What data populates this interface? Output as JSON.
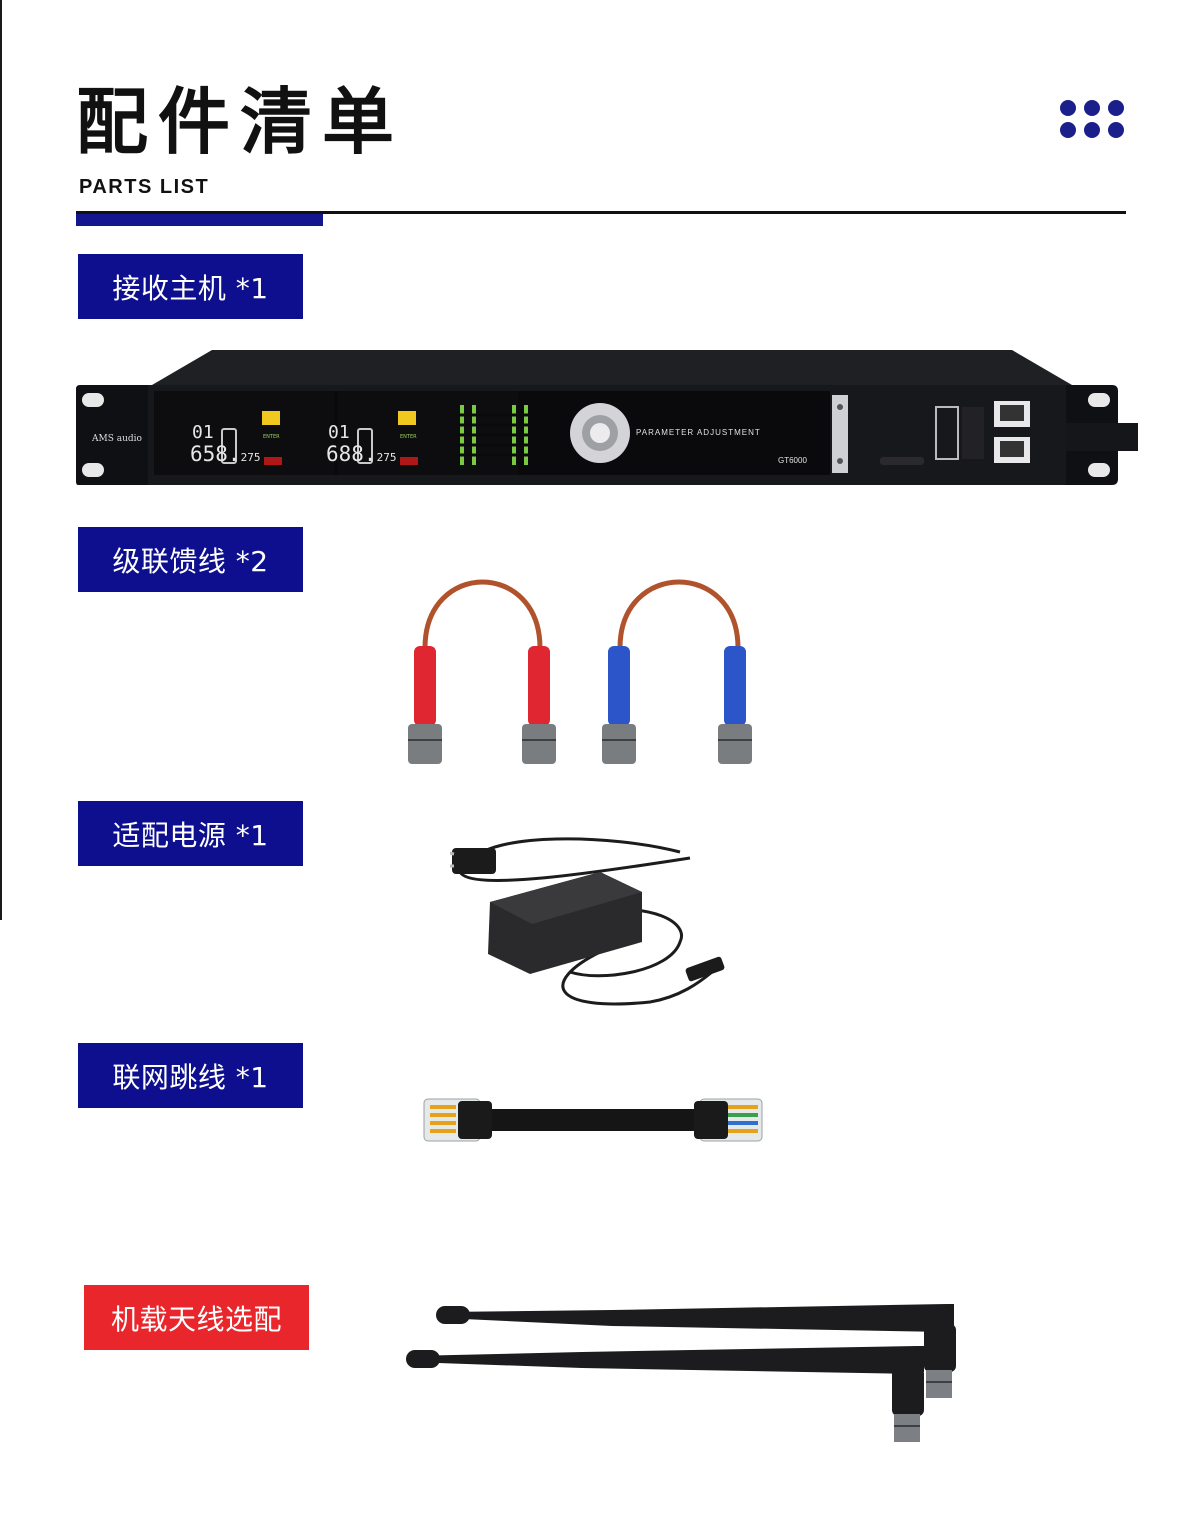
{
  "header": {
    "title": "配件清单",
    "subtitle": "PARTS LIST",
    "accent_color": "#13168e",
    "menu_icon": "dots-grid-icon"
  },
  "items": [
    {
      "label": "接收主机 *1",
      "icon": "rack-receiver",
      "color": "#0e0f8f"
    },
    {
      "label": "级联馈线 *2",
      "icon": "cascade-cables",
      "color": "#0e0f8f"
    },
    {
      "label": "适配电源 *1",
      "icon": "power-adapter",
      "color": "#0e0f8f"
    },
    {
      "label": "联网跳线 *1",
      "icon": "network-cable",
      "color": "#0e0f8f"
    },
    {
      "label": "机载天线选配",
      "icon": "antennas",
      "color": "#e8262b"
    }
  ],
  "receiver": {
    "brand": "AMS audio",
    "ch1_number": "01",
    "ch1_freq": "658.",
    "ch1_freq_dec": "275",
    "ch2_number": "01",
    "ch2_freq": "688.",
    "ch2_freq_dec": "275",
    "enter_label": "ENTER",
    "panel_text": "PARAMETER ADJUSTMENT",
    "model": "GT6000"
  }
}
